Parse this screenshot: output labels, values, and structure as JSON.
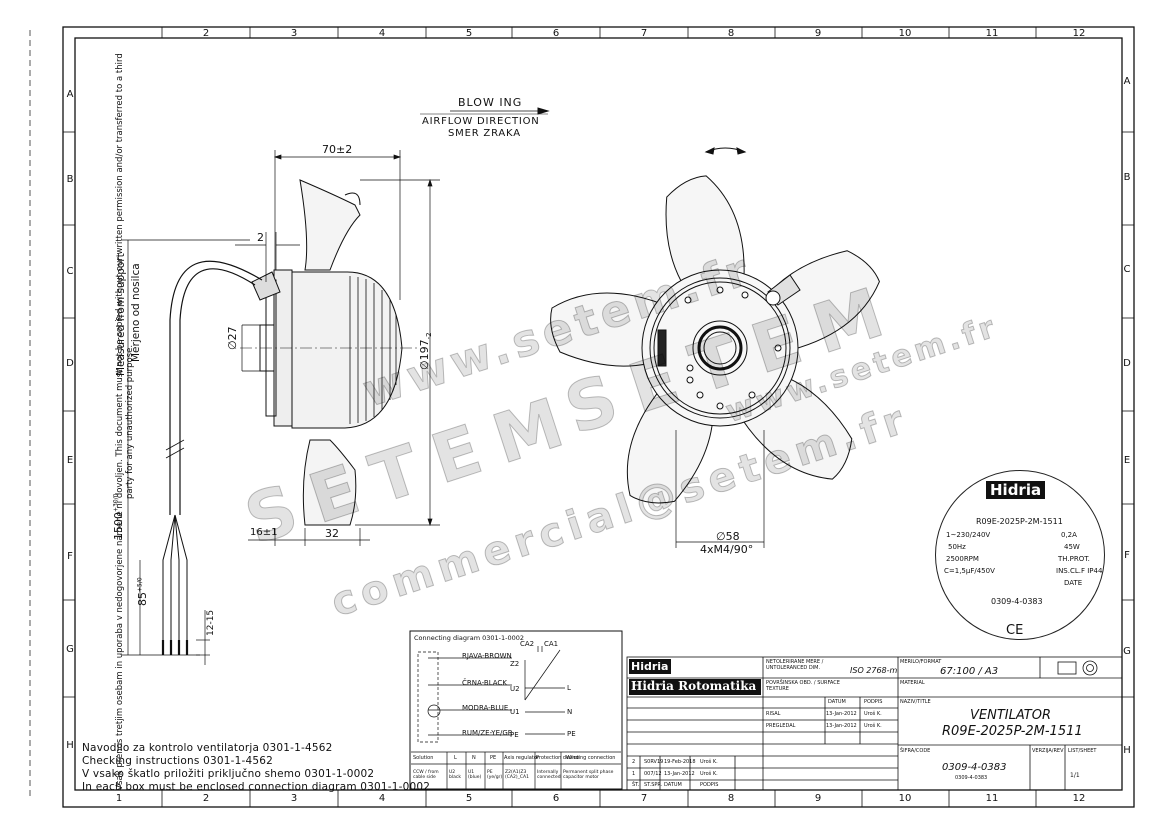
{
  "drawing": {
    "column_numbers_top": [
      "2",
      "3",
      "4",
      "5",
      "6",
      "7",
      "8",
      "9",
      "10",
      "11",
      "12"
    ],
    "column_numbers_bottom": [
      "1",
      "2",
      "3",
      "4",
      "5",
      "6",
      "7",
      "8",
      "9",
      "10",
      "11",
      "12"
    ],
    "row_letters": [
      "A",
      "B",
      "C",
      "D",
      "E",
      "F",
      "G",
      "H"
    ],
    "side_note": "Vsak prenos tretjim osebam in uporaba v nedogovorjene namene ni dovoljen. This document must not be copied without our written permission and/or transferred to a third party for any unauthorized purpose.",
    "airflow": {
      "line1": "BLOW ING",
      "line2": "AIRFLOW DIRECTION",
      "line3": "SMER ZRAKA"
    },
    "dimensions": {
      "depth": "70±2",
      "gap": "2",
      "hub_dia": "∅27",
      "outer_dia": "∅197",
      "outer_dia_tol": "-2",
      "offset": "16±1",
      "mount_depth": "32",
      "bolt_circle": "∅58",
      "mounting": "4xM4/90°",
      "cable_length": "1500",
      "cable_tol": "+30/0",
      "strip_length": "85",
      "strip_tol": "+5/0",
      "wire_end": "12-15",
      "support_label_1": "Measured from support",
      "support_label_2": "Merjeno od nosilca"
    },
    "notes": [
      "Navodilo za kontrolo ventilatorja 0301-1-4562",
      "Checking instructions 0301-1-4562",
      "V vsako škatlo priložiti priključno shemo 0301-1-0002",
      "In each box must be enclosed connection diagram 0301-1-0002"
    ],
    "connection_diagram": {
      "title": "Connecting diagram 0301-1-0002",
      "wires": [
        "RJAVA-BROWN",
        "ČRNA-BLACK",
        "MODRA-BLUE",
        "RUM/ZE-YE/GR"
      ],
      "terminals": [
        "Z2",
        "U2",
        "U1",
        "PE"
      ],
      "caps": [
        "CA2",
        "CA1"
      ],
      "outputs": [
        "L",
        "N",
        "PE"
      ],
      "table_headers": [
        "Solution",
        "L",
        "N",
        "PE",
        "Axis regulator",
        "Protection device",
        "Winding connection"
      ],
      "table_row": [
        "CCW / from cable side",
        "U2 black",
        "U1 (blue)",
        "PE (ye/gr)",
        "Z2(A1)Z3 (CA2)_CA1",
        "Internally connected",
        "Permanent split phase capacitor motor"
      ]
    },
    "label": {
      "brand": "Hidria",
      "model": "R09E-2025P-2M-1511",
      "voltage": "1~230/240V",
      "current": "0,2A",
      "freq": "50Hz",
      "power": "45W",
      "speed": "2500RPM",
      "protection": "TH.PROT.",
      "capacitor": "C=1,5μF/450V",
      "insulation": "INS.CL.F IP44",
      "date": "DATE",
      "code": "0309-4-0383",
      "ce": "CE"
    },
    "title_block": {
      "brand_small": "Hidria",
      "company": "Hidria Rotomatika",
      "tolerances": "NETOLERIRANE MERE / UNTOLERANCED DIM.",
      "iso": "ISO 2768-m",
      "surface": "POVRŠINSKA OBD. / SURFACE TEXTURE",
      "scale_label": "MERILO/FORMAT",
      "scale": "67:100 / A3",
      "material_label": "MATERIAL",
      "title_label": "NAZIV/TITLE",
      "title_1": "VENTILATOR",
      "title_2": "R09E-2025P-2M-1511",
      "code_label": "ŠIFRA/CODE",
      "code": "0309-4-0383",
      "code_sub": "0309-4-0383",
      "version_label": "VERZIJA/REV",
      "sheet_label": "LIST/SHEET",
      "sheet": "1/1",
      "date_h": "DATUM",
      "sign_h": "PODPIS",
      "draw_label": "RISAL",
      "draw_date": "13-Jan-2012",
      "draw_sign": "Uroš K.",
      "check_label": "PREGLEDAL",
      "check_date": "13-Jan-2012",
      "check_sign": "Uroš K.",
      "rev_rows": [
        [
          "2",
          "S0RV19",
          "19-Feb-2018",
          "Uroš K."
        ],
        [
          "1",
          "007/12",
          "13-Jan-2012",
          "Uroš K."
        ]
      ],
      "rev_headers": [
        "ŠT.",
        "ST.SPR.",
        "DATUM",
        "PODPIS"
      ]
    },
    "watermarks": [
      "www.setem.fr",
      "SETEM",
      "SETEM",
      "www.setem.fr",
      "commercial@setem.fr"
    ]
  }
}
